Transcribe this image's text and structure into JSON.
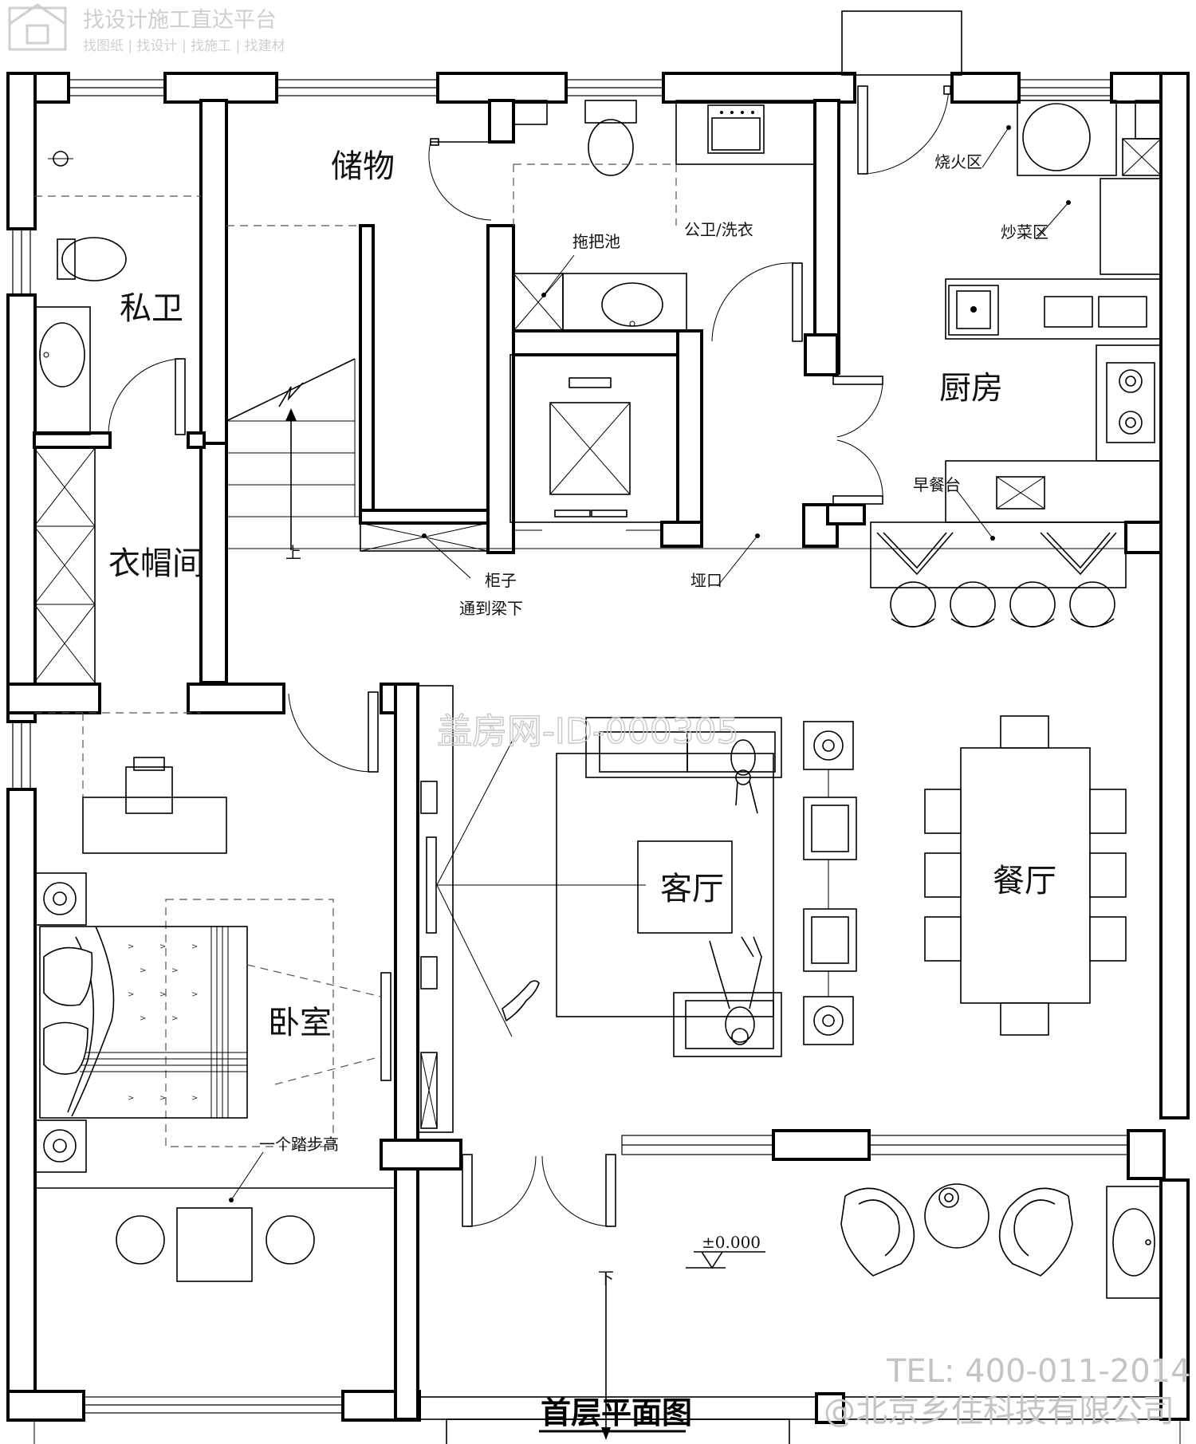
{
  "watermark": {
    "top_title": "找设计施工直达平台",
    "top_links": "找图纸 | 找设计 | 找施工 | 找建材",
    "center_id": "盖房网-ID-000305",
    "tel": "TEL: 400-011-2014",
    "company": "@北京乡住科技有限公司"
  },
  "plan": {
    "title": "首层平面图",
    "rooms": {
      "storage": "储物",
      "private_bath": "私卫",
      "public_bath": "公卫/洗衣",
      "mop_sink": "拖把池",
      "fire_zone": "烧火区",
      "stir_fry_zone": "炒菜区",
      "kitchen": "厨房",
      "breakfast_bar": "早餐台",
      "cloakroom": "衣帽间",
      "cabinet": "柜子",
      "cabinet_note": "通到梁下",
      "doorway": "垭口",
      "stair_up": "上",
      "living_room": "客厅",
      "dining_room": "餐厅",
      "bedroom": "卧室",
      "step_note": "一个踏步高",
      "elevation": "±0.000",
      "stair_down": "下"
    }
  }
}
